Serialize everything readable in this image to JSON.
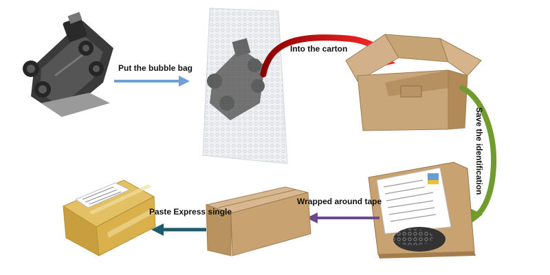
{
  "steps": {
    "put_bubble_bag": "Put the bubble bag",
    "into_carton": "Into the carton",
    "save_identification": "Save the identification",
    "wrapped_tape": "Wrapped around tape",
    "paste_express": "Paste Express single"
  },
  "colors": {
    "arrow_blue": "#6f9fd3",
    "arrow_red": "#e11c1c",
    "arrow_green": "#6f9c2c",
    "arrow_purple": "#6a4a8a",
    "arrow_teal": "#1e5a6a",
    "cardboard": "#c7a373",
    "cardboard_dark": "#9c7a4c",
    "tape_yellow": "#e0bb55",
    "part_dark": "#2d2d2d"
  },
  "icons": {
    "ignition_coil": "ignition-coil-part",
    "bubble_bag": "bubble-wrapped-part",
    "open_carton": "open-carton-box",
    "box_with_label": "carton-with-document",
    "sealed_box": "closed-carton-box",
    "shipping_box": "taped-shipping-box"
  }
}
